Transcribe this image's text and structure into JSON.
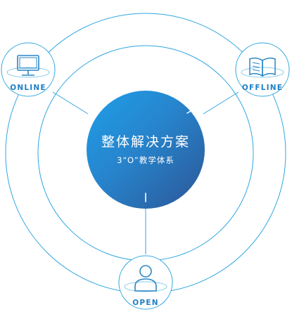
{
  "center": {
    "title": "整体解决方案",
    "subtitle": "3“O”教学体系"
  },
  "nodes": [
    {
      "id": "online",
      "label": "ONLINE",
      "icon": "monitor-icon"
    },
    {
      "id": "offline",
      "label": "OFFLINE",
      "icon": "open-book-icon"
    },
    {
      "id": "open",
      "label": "OPEN",
      "icon": "person-icon"
    }
  ],
  "colors": {
    "line": "#2fa6e0",
    "center_start": "#1f9ae6",
    "center_end": "#2a5c9c",
    "label": "#1f7fc4"
  }
}
